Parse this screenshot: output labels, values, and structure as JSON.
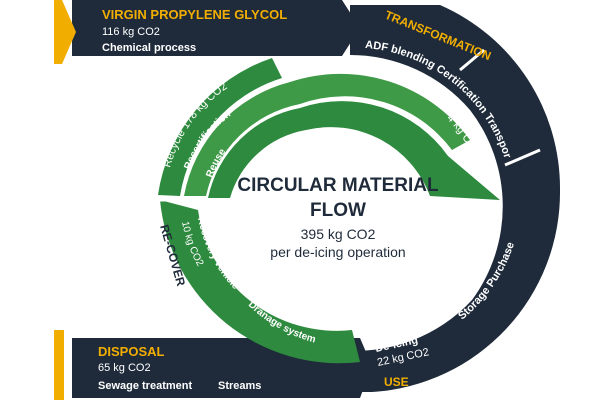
{
  "colors": {
    "navy": "#1f2b3b",
    "green": "#2d8a3e",
    "green_light": "#4ea84f",
    "yellow": "#f2ae00",
    "white": "#ffffff"
  },
  "virgin": {
    "title": "VIRGIN PROPYLENE GLYCOL",
    "value": "116 kg CO2",
    "subtitle": "Chemical process"
  },
  "transformation": {
    "title": "TRANSFORMATION",
    "steps": [
      "ADF blending",
      "Certification",
      "Transport"
    ],
    "value": "4 kg CO2"
  },
  "use": {
    "title": "USE",
    "steps": [
      "Purchase",
      "Storage",
      "De-icing"
    ],
    "value": "22 kg CO2"
  },
  "recover": {
    "title": "RE-COVER",
    "value": "10 kg CO2",
    "steps": [
      "Recovery vehicle",
      "Dranage system"
    ]
  },
  "disposal": {
    "title": "DISPOSAL",
    "value": "65 kg CO2",
    "steps": [
      "Sewage treatment",
      "Streams"
    ]
  },
  "recycle": {
    "label": "Recycle 178 kg CO2",
    "recertification": "Recertification",
    "reuse": "Reuse"
  },
  "center": {
    "title_line1": "CIRCULAR MATERIAL",
    "title_line2": "FLOW",
    "total": "395 kg CO2",
    "per": "per de-icing operation"
  }
}
